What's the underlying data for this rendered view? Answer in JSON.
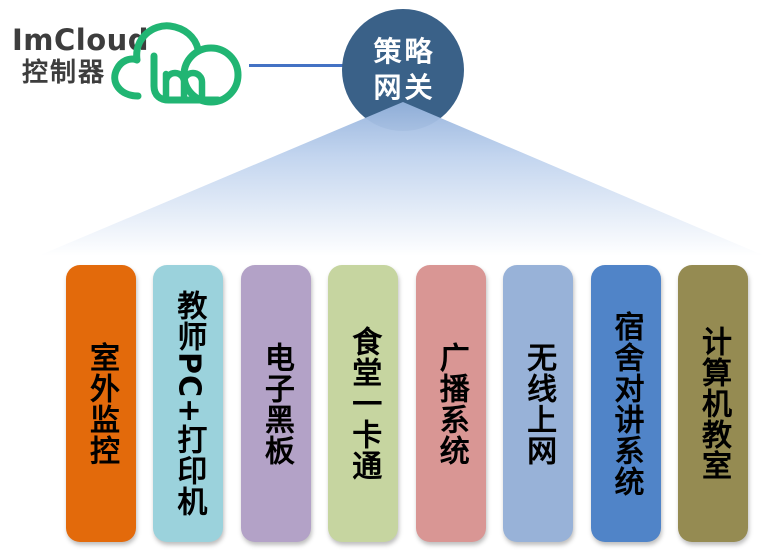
{
  "page": {
    "background": "#ffffff"
  },
  "controller": {
    "title": "ImCloud",
    "subtitle": "控制器",
    "text_color": "#3d3d3d",
    "cloud_icon_color": "#21b573",
    "cloud_icon_monogram": "lm"
  },
  "connector": {
    "color": "#4472c4"
  },
  "gateway": {
    "label_line1": "策略",
    "label_line2": "网关",
    "circle_color": "#3a6188",
    "text_color": "#ffffff"
  },
  "funnel": {
    "top_color": "rgba(148,178,220,0.95)",
    "mid_color": "rgba(192,211,238,0.96)",
    "bottom_color": "#ffffff"
  },
  "endpoints": [
    {
      "label": "室外监控",
      "color": "#e36a0b"
    },
    {
      "label": "教师PC+打印机",
      "color": "#9bd2dc"
    },
    {
      "label": "电子黑板",
      "color": "#b3a2c7"
    },
    {
      "label": "食堂一卡通",
      "color": "#c6d5a0"
    },
    {
      "label": "广播系统",
      "color": "#d99694"
    },
    {
      "label": "无线上网",
      "color": "#98b2d8"
    },
    {
      "label": "宿舍对讲系统",
      "color": "#5084c8"
    },
    {
      "label": "计算机教室",
      "color": "#958b52"
    }
  ]
}
